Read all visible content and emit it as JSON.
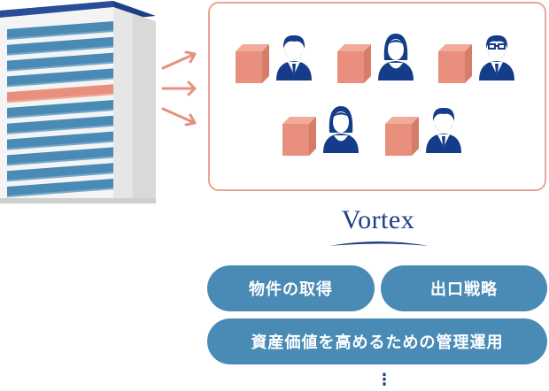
{
  "brand": {
    "name": "Vortex"
  },
  "services": [
    {
      "label": "物件の取得"
    },
    {
      "label": "出口戦略"
    },
    {
      "label": "資産価値を高めるための管理運用"
    }
  ],
  "continuation": "⋮",
  "investors": [
    {
      "icon": "man-icon"
    },
    {
      "icon": "woman-icon"
    },
    {
      "icon": "man-glasses-icon"
    },
    {
      "icon": "woman-icon"
    },
    {
      "icon": "man-icon"
    }
  ],
  "colors": {
    "navy": "#143c88",
    "accent_blue": "#4a8bb5",
    "salmon": "#e8907d",
    "panel_border": "#e9a493"
  }
}
